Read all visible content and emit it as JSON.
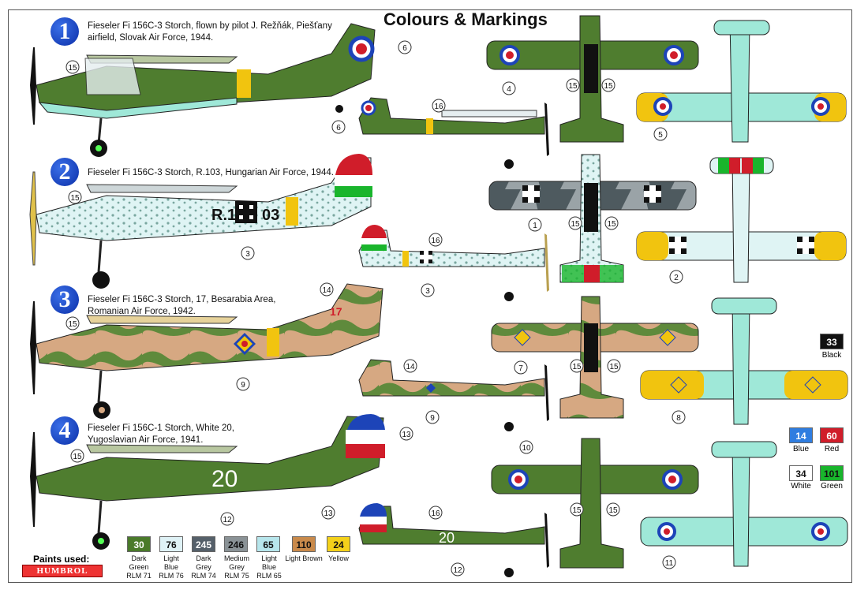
{
  "title": "Colours & Markings",
  "schemes": [
    {
      "number": "1",
      "text_line1": "Fieseler Fi 156C-3 Storch, flown by pilot J. Režňák, Piešťany",
      "text_line2": "airfield, Slovak Air Force, 1944."
    },
    {
      "number": "2",
      "text_line1": "Fieseler Fi 156C-3 Storch, R.103, Hungarian Air Force, 1944.",
      "text_line2": ""
    },
    {
      "number": "3",
      "text_line1": "Fieseler Fi 156C-3 Storch, 17, Besarabia Area,",
      "text_line2": "Romanian Air Force, 1942."
    },
    {
      "number": "4",
      "text_line1": "Fieseler Fi 156C-1 Storch, White 20,",
      "text_line2": "Yugoslavian Air Force, 1941."
    }
  ],
  "fuselage_codes": {
    "hungarian_left": "R.1",
    "hungarian_right": "03",
    "romanian": "17",
    "yugoslav": "20"
  },
  "callouts": [
    "1",
    "2",
    "3",
    "4",
    "5",
    "6",
    "7",
    "8",
    "9",
    "10",
    "11",
    "12",
    "13",
    "14",
    "15",
    "16"
  ],
  "paints_used": "Paints used:",
  "brand": "HUMBROL",
  "bottom_paints": [
    {
      "code": "30",
      "label": "Dark Green RLM 71",
      "color": "#4a7a2a"
    },
    {
      "code": "76",
      "label": "Light Blue RLM 76",
      "color": "#dff2f6"
    },
    {
      "code": "245",
      "label": "Dark Grey RLM 74",
      "color": "#55606a"
    },
    {
      "code": "246",
      "label": "Medium Grey RLM 75",
      "color": "#8a9296"
    },
    {
      "code": "65",
      "label": "Light Blue RLM 65",
      "color": "#b7e6ec"
    },
    {
      "code": "110",
      "label": "Light Brown",
      "color": "#c98a4b"
    },
    {
      "code": "24",
      "label": "Yellow",
      "color": "#f4d11a"
    }
  ],
  "side_paints": [
    {
      "code": "33",
      "label": "Black",
      "color": "#111111"
    },
    {
      "code": "14",
      "label": "Blue",
      "color": "#2f7de0"
    },
    {
      "code": "60",
      "label": "Red",
      "color": "#d01d2a"
    },
    {
      "code": "34",
      "label": "White",
      "color": "#ffffff"
    },
    {
      "code": "101",
      "label": "Green",
      "color": "#19b52c"
    }
  ],
  "colors": {
    "rlm71": "#4f7d2f",
    "rlm65": "#9fe8d8",
    "tan": "#d6a882",
    "yellow": "#f1c40f"
  }
}
